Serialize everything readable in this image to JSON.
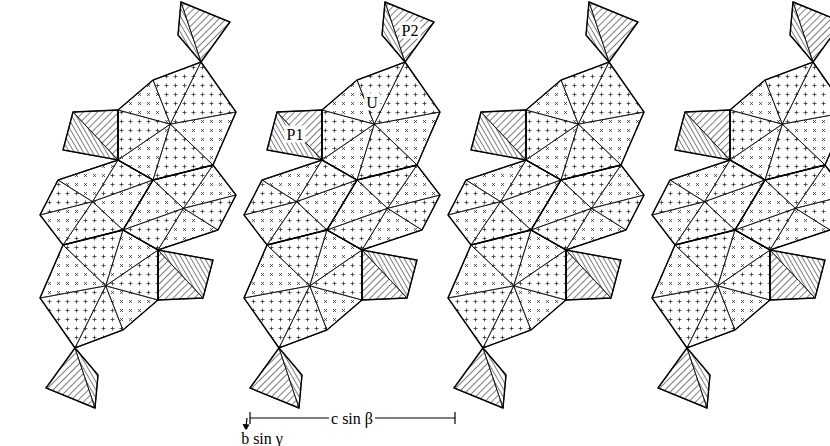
{
  "diagram": {
    "labels": [
      "P2",
      "P1",
      "U",
      "c sin β",
      "b sin γ"
    ]
  }
}
